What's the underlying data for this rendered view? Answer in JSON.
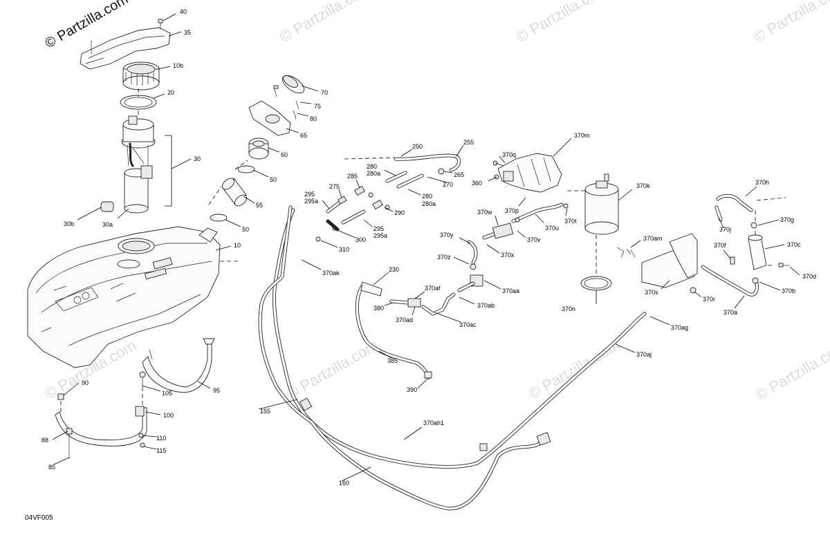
{
  "diagram": {
    "code": "04VF005",
    "copyright": "© Partzilla.com",
    "watermark": "© Partzilla.com",
    "callouts": [
      {
        "id": "40",
        "text": "40"
      },
      {
        "id": "35",
        "text": "35"
      },
      {
        "id": "10b",
        "text": "10b"
      },
      {
        "id": "20",
        "text": "20"
      },
      {
        "id": "30",
        "text": "30"
      },
      {
        "id": "30a",
        "text": "30a"
      },
      {
        "id": "30b",
        "text": "30b"
      },
      {
        "id": "10",
        "text": "10"
      },
      {
        "id": "70",
        "text": "70"
      },
      {
        "id": "75",
        "text": "75"
      },
      {
        "id": "80",
        "text": "80"
      },
      {
        "id": "65",
        "text": "65"
      },
      {
        "id": "60",
        "text": "60"
      },
      {
        "id": "50a",
        "text": "50"
      },
      {
        "id": "55",
        "text": "55"
      },
      {
        "id": "50b",
        "text": "50"
      },
      {
        "id": "250",
        "text": "250"
      },
      {
        "id": "255",
        "text": "255"
      },
      {
        "id": "280",
        "text": "280"
      },
      {
        "id": "280a1",
        "text": "280a"
      },
      {
        "id": "285",
        "text": "285"
      },
      {
        "id": "265",
        "text": "265"
      },
      {
        "id": "275",
        "text": "275"
      },
      {
        "id": "270",
        "text": "270"
      },
      {
        "id": "295a",
        "text": "295"
      },
      {
        "id": "295a1",
        "text": "295a"
      },
      {
        "id": "280b",
        "text": "280"
      },
      {
        "id": "280a2",
        "text": "280a"
      },
      {
        "id": "290",
        "text": "290"
      },
      {
        "id": "295b",
        "text": "295"
      },
      {
        "id": "295a2",
        "text": "295a"
      },
      {
        "id": "300",
        "text": "300"
      },
      {
        "id": "310",
        "text": "310"
      },
      {
        "id": "370ak",
        "text": "370ak"
      },
      {
        "id": "230",
        "text": "230"
      },
      {
        "id": "370af",
        "text": "370af"
      },
      {
        "id": "380",
        "text": "380"
      },
      {
        "id": "370ad",
        "text": "370ad"
      },
      {
        "id": "370ac",
        "text": "370ac"
      },
      {
        "id": "370ab",
        "text": "370ab"
      },
      {
        "id": "370aa",
        "text": "370aa"
      },
      {
        "id": "385",
        "text": "385"
      },
      {
        "id": "390",
        "text": "390"
      },
      {
        "id": "370q",
        "text": "370q"
      },
      {
        "id": "360",
        "text": "360"
      },
      {
        "id": "370m",
        "text": "370m"
      },
      {
        "id": "370p",
        "text": "370p"
      },
      {
        "id": "370w",
        "text": "370w"
      },
      {
        "id": "370u",
        "text": "370u"
      },
      {
        "id": "370t",
        "text": "370t"
      },
      {
        "id": "370y",
        "text": "370y"
      },
      {
        "id": "370v",
        "text": "370v"
      },
      {
        "id": "370x",
        "text": "370x"
      },
      {
        "id": "370z",
        "text": "370z"
      },
      {
        "id": "370k",
        "text": "370k"
      },
      {
        "id": "370n",
        "text": "370n"
      },
      {
        "id": "370h",
        "text": "370h"
      },
      {
        "id": "370g",
        "text": "370g"
      },
      {
        "id": "370j",
        "text": "370j"
      },
      {
        "id": "370am",
        "text": "370am"
      },
      {
        "id": "370f",
        "text": "370f"
      },
      {
        "id": "370c",
        "text": "370c"
      },
      {
        "id": "370d",
        "text": "370d"
      },
      {
        "id": "370s",
        "text": "370s"
      },
      {
        "id": "370r",
        "text": "370r"
      },
      {
        "id": "370b",
        "text": "370b"
      },
      {
        "id": "370a",
        "text": "370a"
      },
      {
        "id": "370ag",
        "text": "370ag"
      },
      {
        "id": "370aj",
        "text": "370aj"
      },
      {
        "id": "370ah1",
        "text": "370ah1"
      },
      {
        "id": "155",
        "text": "155"
      },
      {
        "id": "160",
        "text": "160"
      },
      {
        "id": "90",
        "text": "90"
      },
      {
        "id": "105",
        "text": "105"
      },
      {
        "id": "95",
        "text": "95"
      },
      {
        "id": "100",
        "text": "100"
      },
      {
        "id": "88",
        "text": "88"
      },
      {
        "id": "110",
        "text": "110"
      },
      {
        "id": "115",
        "text": "115"
      },
      {
        "id": "85",
        "text": "85"
      }
    ]
  }
}
